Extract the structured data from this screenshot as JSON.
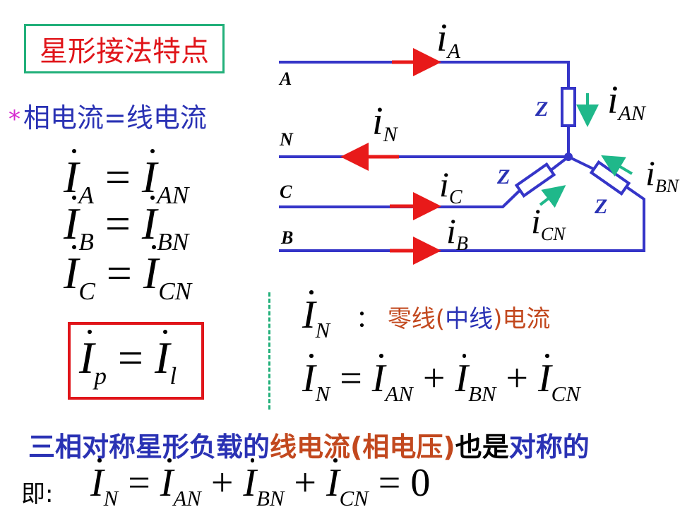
{
  "title": "星形接法特点",
  "bullet": {
    "star": "*",
    "text": "相电流=线电流"
  },
  "equations": {
    "row_a": {
      "lhs_sub": "A",
      "rhs_sub": "AN",
      "op": "="
    },
    "row_b": {
      "lhs_sub": "B",
      "rhs_sub": "BN",
      "op": "="
    },
    "row_c": {
      "lhs_sub": "C",
      "rhs_sub": "CN",
      "op": "="
    },
    "boxed": {
      "lhs_sub": "p",
      "rhs_sub": "l",
      "op": "="
    }
  },
  "neutral_note": {
    "symbol_sub": "N",
    "colon": "：",
    "part1": "零线(",
    "part2": "中线",
    "part3": ")电流"
  },
  "neutral_eq": {
    "lhs_sub": "N",
    "t1": "AN",
    "t2": "BN",
    "t3": "CN",
    "eq": "=",
    "plus": "+"
  },
  "bottom_statement": {
    "p1": "三相对称星形负载的",
    "p2": "线电流(相电压)",
    "p3": "也是",
    "p4": "对称的"
  },
  "final": {
    "label": "即:",
    "lhs_sub": "N",
    "t1": "AN",
    "t2": "BN",
    "t3": "CN",
    "zero": "0"
  },
  "circuit": {
    "line_labels": [
      "A",
      "N",
      "C",
      "B"
    ],
    "current_labels": {
      "iA": "A",
      "iN": "N",
      "iC": "C",
      "iB": "B",
      "iAN": "AN",
      "iBN": "BN",
      "iCN": "CN"
    },
    "impedance": "Z",
    "colors": {
      "wire": "#3535c8",
      "arrow_red": "#e81a1a",
      "arrow_green": "#1fb88a",
      "z_label": "#2a32b4"
    }
  }
}
